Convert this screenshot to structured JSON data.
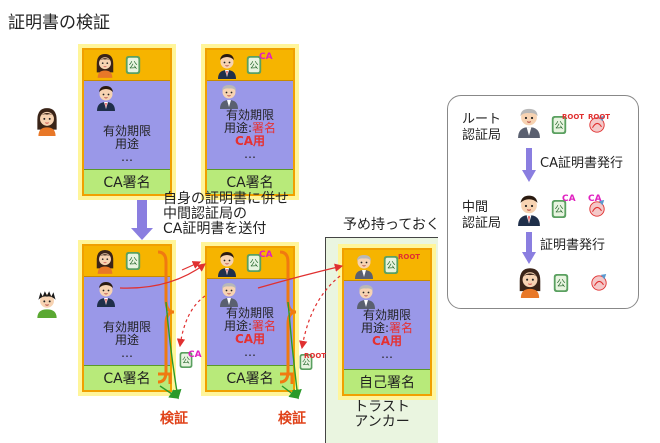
{
  "title": "証明書の検証",
  "certs": {
    "validity_line1": "有効期限",
    "validity_line2": "用途",
    "validity_line2_prefix": "用途:",
    "sign_red": "署名",
    "ca_use": "CA用",
    "ellipsis": "…",
    "ca_sign_footer": "CA署名",
    "self_sign_footer": "自己署名"
  },
  "notes": {
    "send_line1": "自身の証明書に併せ",
    "send_line2": "中間認証局の",
    "send_line3": "CA証明書を送付",
    "preset": "予め持っておく",
    "trust_line1": "トラスト",
    "trust_line2": "アンカー",
    "verify": "検証"
  },
  "stamps": {
    "ca": "CA",
    "root": "ROOT",
    "public": "公"
  },
  "legend": {
    "root_ca_line1": "ルート",
    "root_ca_line2": "認証局",
    "mid_ca_line1": "中間",
    "mid_ca_line2": "認証局",
    "issue_ca": "CA証明書発行",
    "issue_cert": "証明書発行"
  },
  "colors": {
    "cert_top": "#f6b400",
    "cert_body": "#9a98e8",
    "cert_footer": "#b8ea7a",
    "highlight": "#fff59a",
    "bracket": "#f07a10",
    "arrow_blue": "#8a7ee0",
    "arrow_red": "#e03030",
    "arrow_green": "#2a9a2a",
    "verify_text": "#e0421a"
  }
}
